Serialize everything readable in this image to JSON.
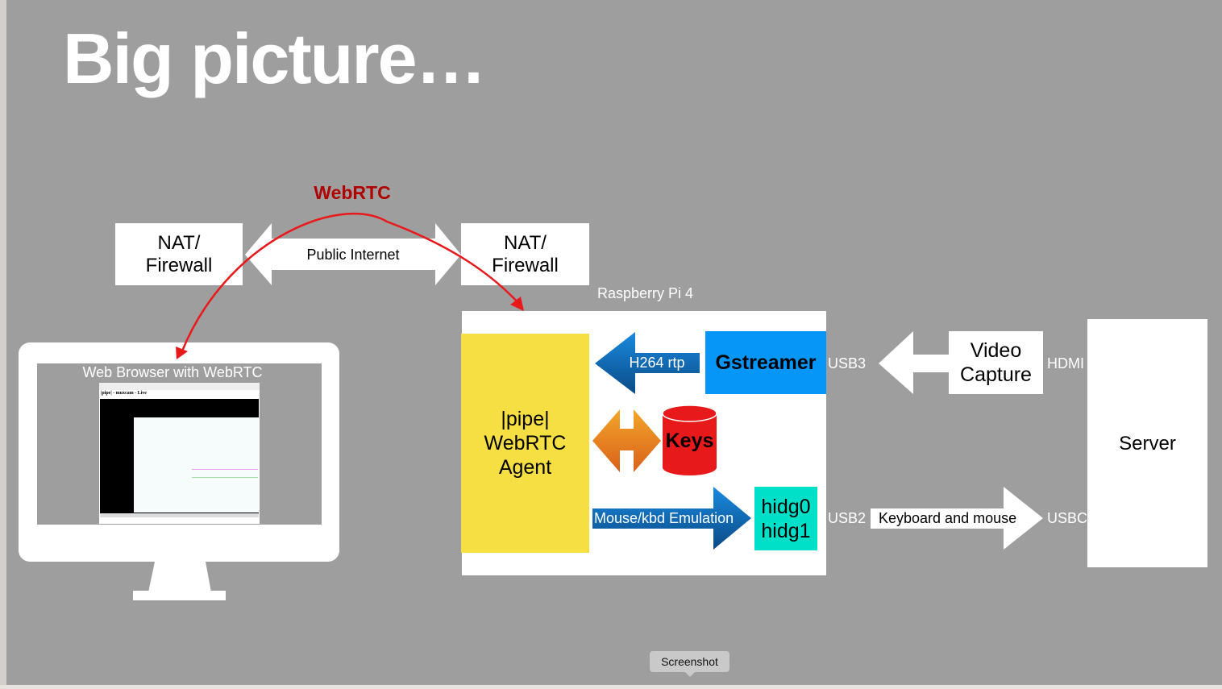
{
  "slide": {
    "title": "Big picture…",
    "webrtc_label": "WebRTC",
    "nat_left": [
      "NAT/",
      "Firewall"
    ],
    "nat_right": [
      "NAT/",
      "Firewall"
    ],
    "public_internet": "Public Internet",
    "raspberry_pi": "Raspberry Pi 4",
    "browser_label": "Web Browser with WebRTC",
    "browser_page_title": "|pipe| - muxcam - Live",
    "agent": [
      "|pipe|",
      "WebRTC",
      "Agent"
    ],
    "h264": "H264 rtp",
    "gstreamer": "Gstreamer",
    "keys": "Keys",
    "mouse_kbd": "Mouse/kbd Emulation",
    "hidg": [
      "hidg0",
      "hidg1"
    ],
    "usb3": "USB3",
    "video_capture": [
      "Video",
      "Capture"
    ],
    "hdmi": "HDMI",
    "server": "Server",
    "usb2": "USB2",
    "keyboard_mouse": "Keyboard and mouse",
    "usbc": "USBC"
  },
  "tooltip": "Screenshot",
  "colors": {
    "background": "#9e9e9e",
    "agent": "#f6df42",
    "gstreamer": "#0696f7",
    "hidg": "#00e0c8",
    "keys": "#e8191b",
    "webrtc": "#b00000",
    "arrow_blue": "#0b5fa8",
    "arrow_orange": "#e88a1e"
  }
}
